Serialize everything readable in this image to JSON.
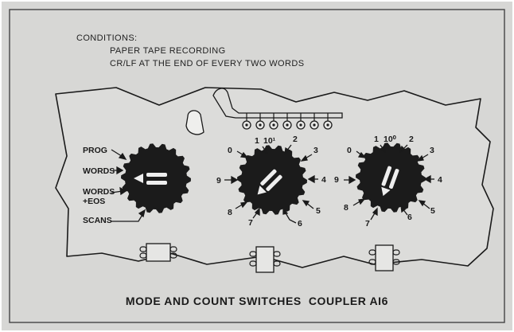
{
  "conditions": {
    "heading": "CONDITIONS:",
    "line1": "PAPER TAPE RECORDING",
    "line2": "CR/LF AT THE END OF EVERY TWO WORDS"
  },
  "mode_switch": {
    "positions": [
      "PROG",
      "WORDS",
      "WORDS",
      "+EOS",
      "SCANS"
    ]
  },
  "count_switch_tens": {
    "multiplier": "10¹",
    "digits": [
      "0",
      "1",
      "2",
      "3",
      "4",
      "5",
      "6",
      "7",
      "8",
      "9"
    ]
  },
  "count_switch_units": {
    "multiplier": "10⁰",
    "digits": [
      "0",
      "1",
      "2",
      "3",
      "4",
      "5",
      "6",
      "7",
      "8",
      "9"
    ]
  },
  "caption": "MODE AND COUNT SWITCHES  COUPLER AI6",
  "colors": {
    "panel_background": "#d7d7d5",
    "ink": "#1a1a1a"
  }
}
